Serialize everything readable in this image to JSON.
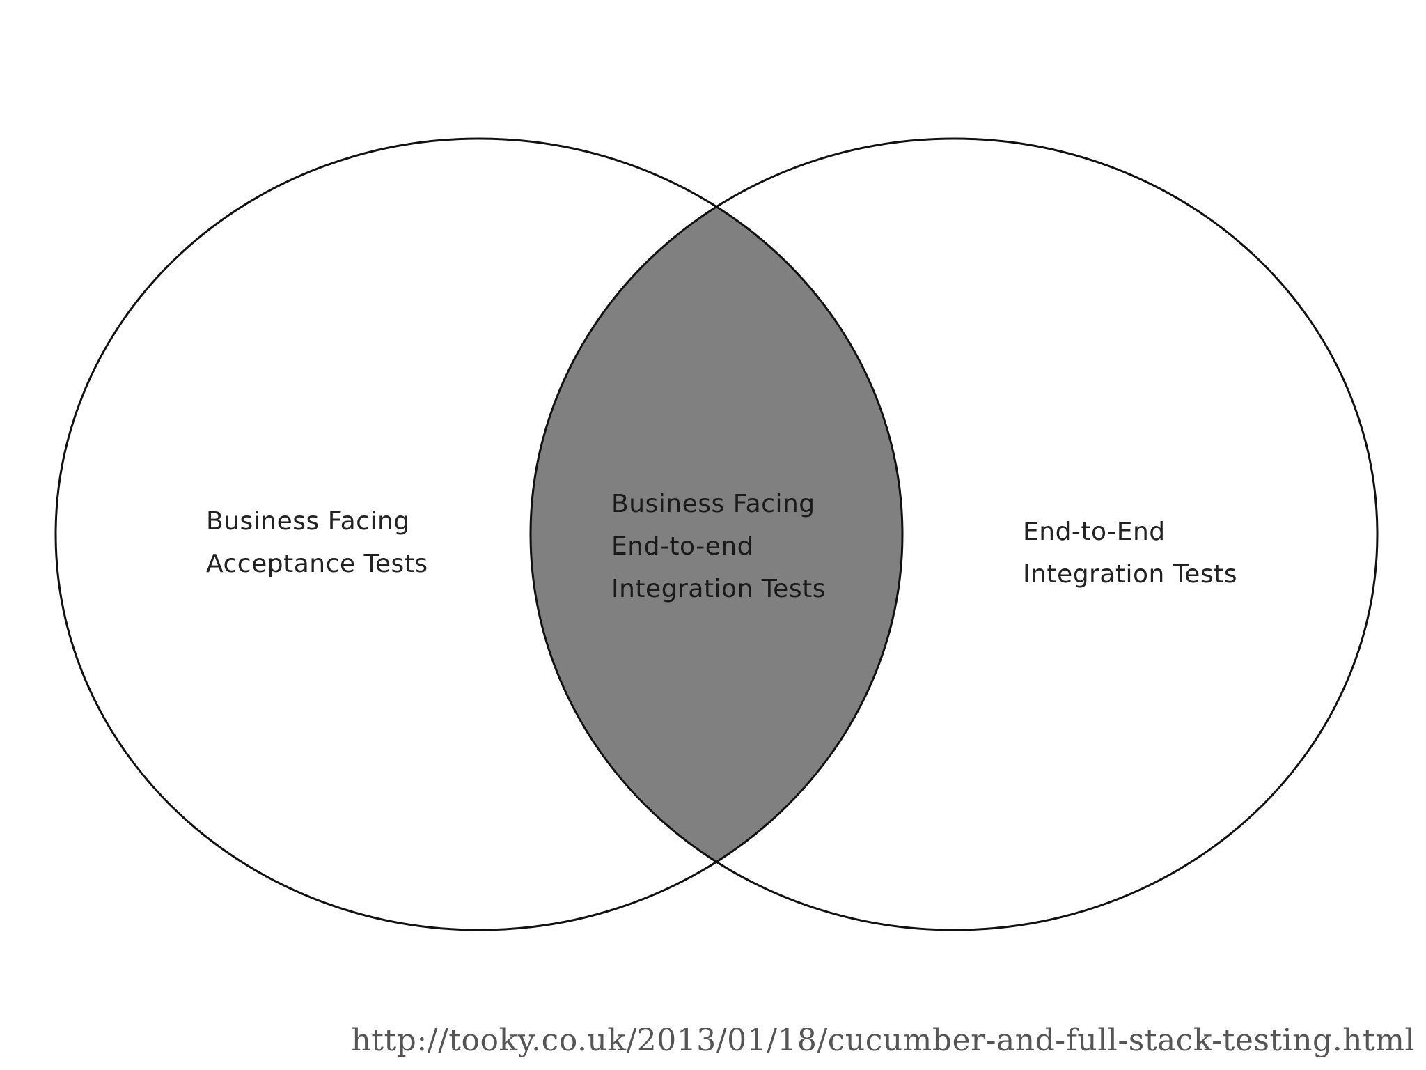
{
  "diagram": {
    "type": "venn",
    "sets": [
      {
        "id": "left",
        "lines": [
          "Business Facing",
          "Acceptance Tests"
        ]
      },
      {
        "id": "right",
        "lines": [
          "End-to-End",
          "Integration Tests"
        ]
      }
    ],
    "intersection": {
      "lines": [
        "Business Facing",
        "End-to-end",
        "Integration Tests"
      ]
    },
    "colors": {
      "intersection_fill": "#808080",
      "outline": "#111111",
      "background": "#ffffff"
    }
  },
  "source": {
    "url": "http://tooky.co.uk/2013/01/18/cucumber-and-full-stack-testing.html"
  }
}
